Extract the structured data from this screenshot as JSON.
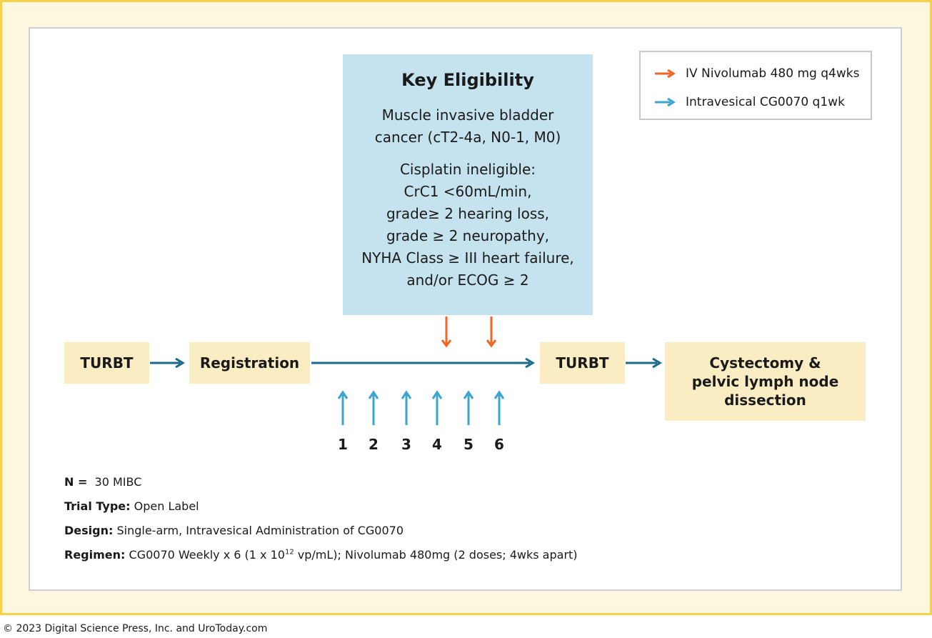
{
  "legend": [
    {
      "icon": "orange-arrow-icon",
      "color": "#f26522",
      "label": "IV Nivolumab 480 mg q4wks"
    },
    {
      "icon": "blue-arrow-icon",
      "color": "#3ba4cf",
      "label": "Intravesical CG0070 q1wk"
    }
  ],
  "eligibility": {
    "title": "Key Eligibility",
    "criteria_1": "Muscle invasive bladder\ncancer (cT2-4a, N0-1, M0)",
    "criteria_2": "Cisplatin ineligible:\nCrC1 <60mL/min,\ngrade≥ 2 hearing loss,\ngrade ≥ 2 neuropathy,\nNYHA Class ≥ III heart failure,\nand/or ECOG ≥ 2"
  },
  "flow": {
    "step_1": "TURBT",
    "step_2": "Registration",
    "step_3": "TURBT",
    "step_4": "Cystectomy &\npelvic lymph node\ndissection"
  },
  "doses": [
    "1",
    "2",
    "3",
    "4",
    "5",
    "6"
  ],
  "info": {
    "n_label": "N =",
    "n_value": "30 MIBC",
    "trial_type_label": "Trial Type:",
    "trial_type_value": "Open Label",
    "design_label": "Design:",
    "design_value": "Single-arm, Intravesical Administration of CG0070",
    "regimen_label": "Regimen:",
    "regimen_value_a": "CG0070 Weekly x 6 (1 x 10",
    "regimen_value_sup": "12",
    "regimen_value_b": " vp/mL); Nivolumab 480mg (2 doses; 4wks apart)"
  },
  "copyright": "© 2023 Digital Science Press, Inc. and UroToday.com",
  "colors": {
    "flow_line": "#1b6a8c",
    "nivolumab": "#f26522",
    "cg0070": "#3ba4cf",
    "box_fill": "#fbedc3",
    "eligibility_fill": "#c5e3ef"
  }
}
